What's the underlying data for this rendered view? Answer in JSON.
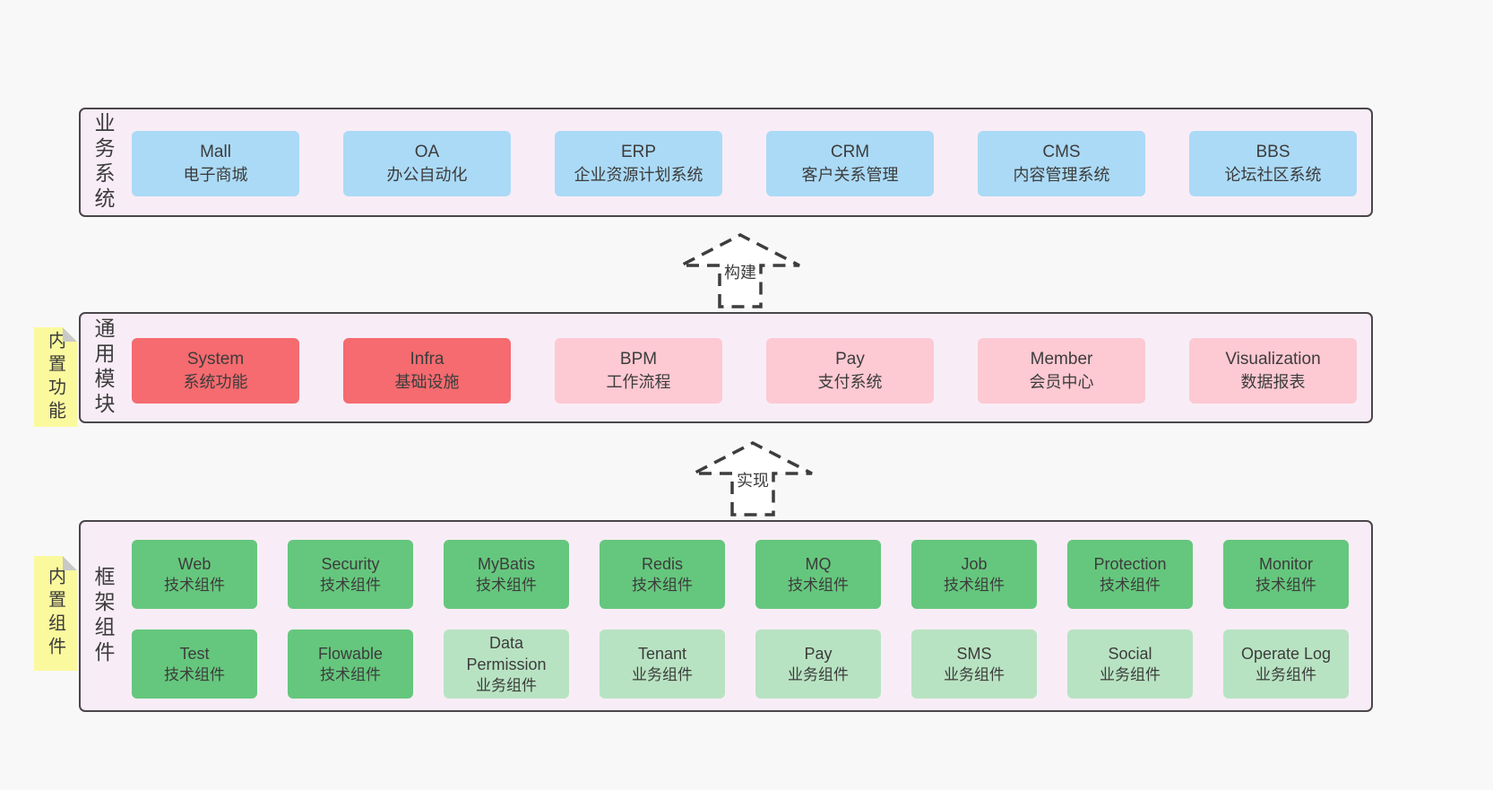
{
  "colors": {
    "page_bg": "#f8f8f8",
    "band_bg": "#f8edf6",
    "band_border": "#4a464a",
    "blue": "#abdaf6",
    "red": "#f56b6f",
    "pink": "#fdc9d3",
    "green": "#65c77d",
    "light_green": "#b8e3c2",
    "sticky_yellow": "#fbf99e",
    "sticky_fold": "#c9c9c9",
    "text": "#3c3c3c",
    "arrow_stroke": "#3d3d3d"
  },
  "arrows": {
    "build": "构建",
    "implement": "实现"
  },
  "layers": {
    "business": {
      "label": "业务系统",
      "items": [
        {
          "en": "Mall",
          "zh": "电子商城"
        },
        {
          "en": "OA",
          "zh": "办公自动化"
        },
        {
          "en": "ERP",
          "zh": "企业资源计划系统"
        },
        {
          "en": "CRM",
          "zh": "客户关系管理"
        },
        {
          "en": "CMS",
          "zh": "内容管理系统"
        },
        {
          "en": "BBS",
          "zh": "论坛社区系统"
        }
      ]
    },
    "modules": {
      "label": "通用模块",
      "sticky": "内置功能",
      "items": [
        {
          "en": "System",
          "zh": "系统功能"
        },
        {
          "en": "Infra",
          "zh": "基础设施"
        },
        {
          "en": "BPM",
          "zh": "工作流程"
        },
        {
          "en": "Pay",
          "zh": "支付系统"
        },
        {
          "en": "Member",
          "zh": "会员中心"
        },
        {
          "en": "Visualization",
          "zh": "数据报表"
        }
      ]
    },
    "components": {
      "label": "框架组件",
      "sticky": "内置组件",
      "row1": [
        {
          "en": "Web",
          "zh": "技术组件"
        },
        {
          "en": "Security",
          "zh": "技术组件"
        },
        {
          "en": "MyBatis",
          "zh": "技术组件"
        },
        {
          "en": "Redis",
          "zh": "技术组件"
        },
        {
          "en": "MQ",
          "zh": "技术组件"
        },
        {
          "en": "Job",
          "zh": "技术组件"
        },
        {
          "en": "Protection",
          "zh": "技术组件"
        },
        {
          "en": "Monitor",
          "zh": "技术组件"
        }
      ],
      "row2": [
        {
          "en": "Test",
          "zh": "技术组件"
        },
        {
          "en": "Flowable",
          "zh": "技术组件"
        },
        {
          "en": "Data Permission",
          "zh": "业务组件"
        },
        {
          "en": "Tenant",
          "zh": "业务组件"
        },
        {
          "en": "Pay",
          "zh": "业务组件"
        },
        {
          "en": "SMS",
          "zh": "业务组件"
        },
        {
          "en": "Social",
          "zh": "业务组件"
        },
        {
          "en": "Operate Log",
          "zh": "业务组件"
        }
      ]
    }
  }
}
